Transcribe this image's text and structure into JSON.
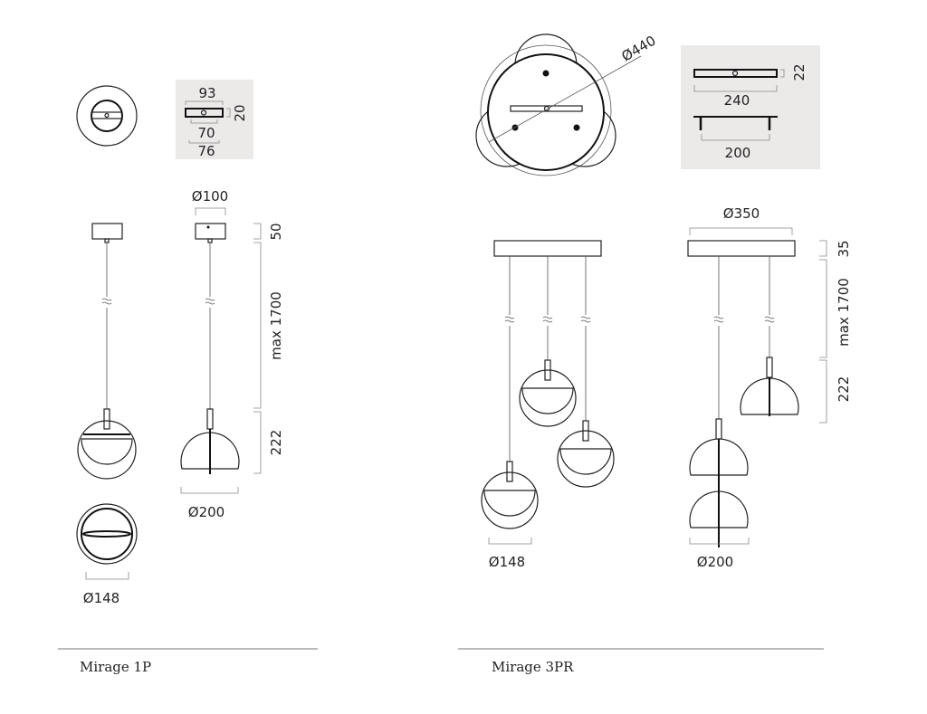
{
  "mirage_1p": {
    "caption": "Mirage 1P",
    "canopy_plate": {
      "length": "93",
      "height": "20",
      "hole_spacing": "70",
      "mount_width": "76"
    },
    "canopy_diameter": "Ø100",
    "canopy_height": "50",
    "cable_length": "max 1700",
    "lamp_height": "222",
    "shade_diameter": "Ø200",
    "ring_diameter": "Ø148"
  },
  "mirage_3pr": {
    "caption": "Mirage 3PR",
    "overall_diameter": "Ø440",
    "canopy_plate": {
      "length": "240",
      "height": "22",
      "mount_width": "200"
    },
    "canopy_diameter": "Ø350",
    "canopy_height": "35",
    "cable_length": "max 1700",
    "lamp_height": "222",
    "ring_diameter": "Ø148",
    "shade_diameter": "Ø200"
  },
  "colors": {
    "panel": "#ece9e9",
    "line": "#222222"
  }
}
